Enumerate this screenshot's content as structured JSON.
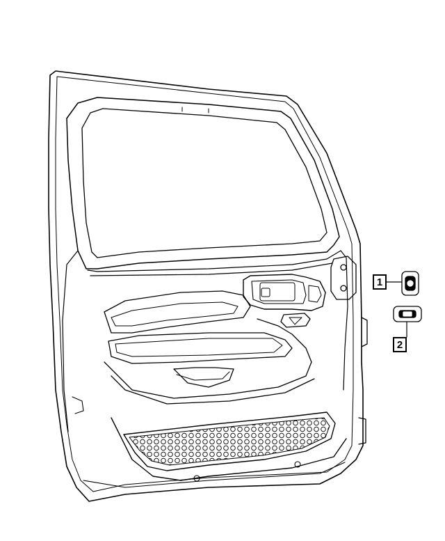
{
  "callouts": [
    {
      "number": "1",
      "part": "switch-part-1"
    },
    {
      "number": "2",
      "part": "switch-part-2"
    }
  ],
  "colors": {
    "line": "#000000",
    "background": "#ffffff"
  }
}
